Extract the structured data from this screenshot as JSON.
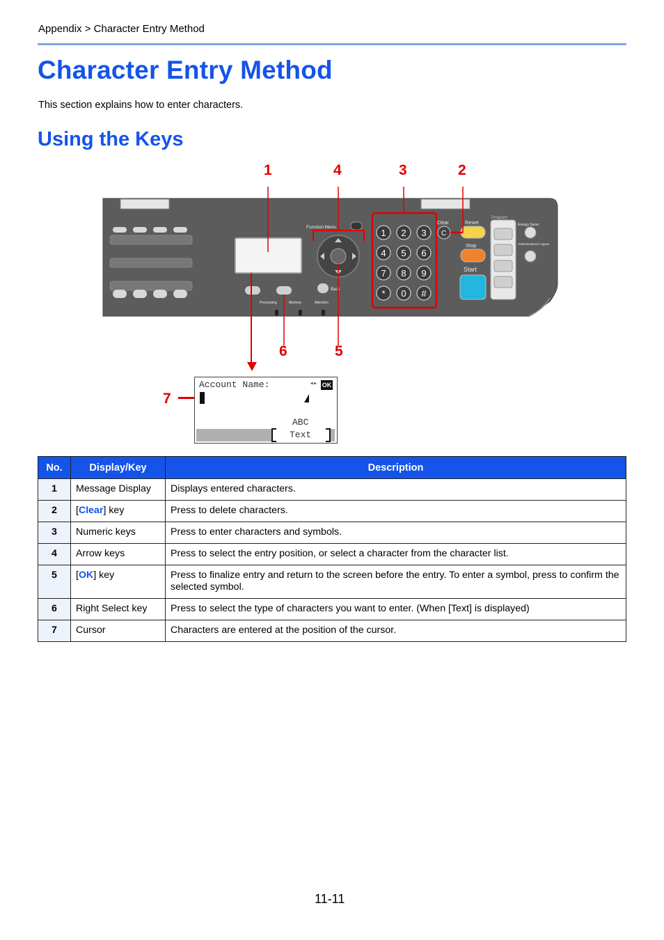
{
  "header": {
    "breadcrumb": "Appendix > Character Entry Method"
  },
  "page": {
    "title": "Character Entry Method",
    "intro": "This section explains how to enter characters.",
    "section_heading": "Using the Keys",
    "page_number": "11-11"
  },
  "figure": {
    "callouts": [
      "1",
      "4",
      "3",
      "2",
      "6",
      "5",
      "7"
    ],
    "panel_labels": {
      "function_menu": "Function Menu",
      "back": "Back",
      "clear": "Clear",
      "reset": "Reset",
      "stop": "Stop",
      "start": "Start",
      "program": "Program",
      "energy_saver": "Energy Saver",
      "auth_logout": "Authentication/ Logout",
      "processing": "Processing",
      "memory": "Memory",
      "attention": "Attention",
      "keys": [
        "1",
        "2",
        "3",
        "4",
        "5",
        "6",
        "7",
        "8",
        "9",
        "0",
        "#"
      ]
    },
    "lcd": {
      "line1": "Account Name:",
      "ok": "OK",
      "arrows": "◂▸",
      "mode": "ABC",
      "softkey": "Text"
    }
  },
  "table": {
    "headers": [
      "No.",
      "Display/Key",
      "Description"
    ],
    "rows": [
      {
        "no": "1",
        "key_pre": "Message Display",
        "key_em": "",
        "key_post": "",
        "desc": "Displays entered characters."
      },
      {
        "no": "2",
        "key_pre": "[",
        "key_em": "Clear",
        "key_post": "] key",
        "desc": "Press to delete characters."
      },
      {
        "no": "3",
        "key_pre": "Numeric keys",
        "key_em": "",
        "key_post": "",
        "desc": "Press to enter characters and symbols."
      },
      {
        "no": "4",
        "key_pre": "Arrow keys",
        "key_em": "",
        "key_post": "",
        "desc": "Press to select the entry position, or select a character from the character list."
      },
      {
        "no": "5",
        "key_pre": "[",
        "key_em": "OK",
        "key_post": "] key",
        "desc": "Press to finalize entry and return to the screen before the entry. To enter a symbol, press to confirm the selected symbol."
      },
      {
        "no": "6",
        "key_pre": "Right Select key",
        "key_em": "",
        "key_post": "",
        "desc": "Press to select the type of characters you want to enter. (When [Text] is displayed)"
      },
      {
        "no": "7",
        "key_pre": "Cursor",
        "key_em": "",
        "key_post": "",
        "desc": "Characters are entered at the position of the cursor."
      }
    ]
  }
}
